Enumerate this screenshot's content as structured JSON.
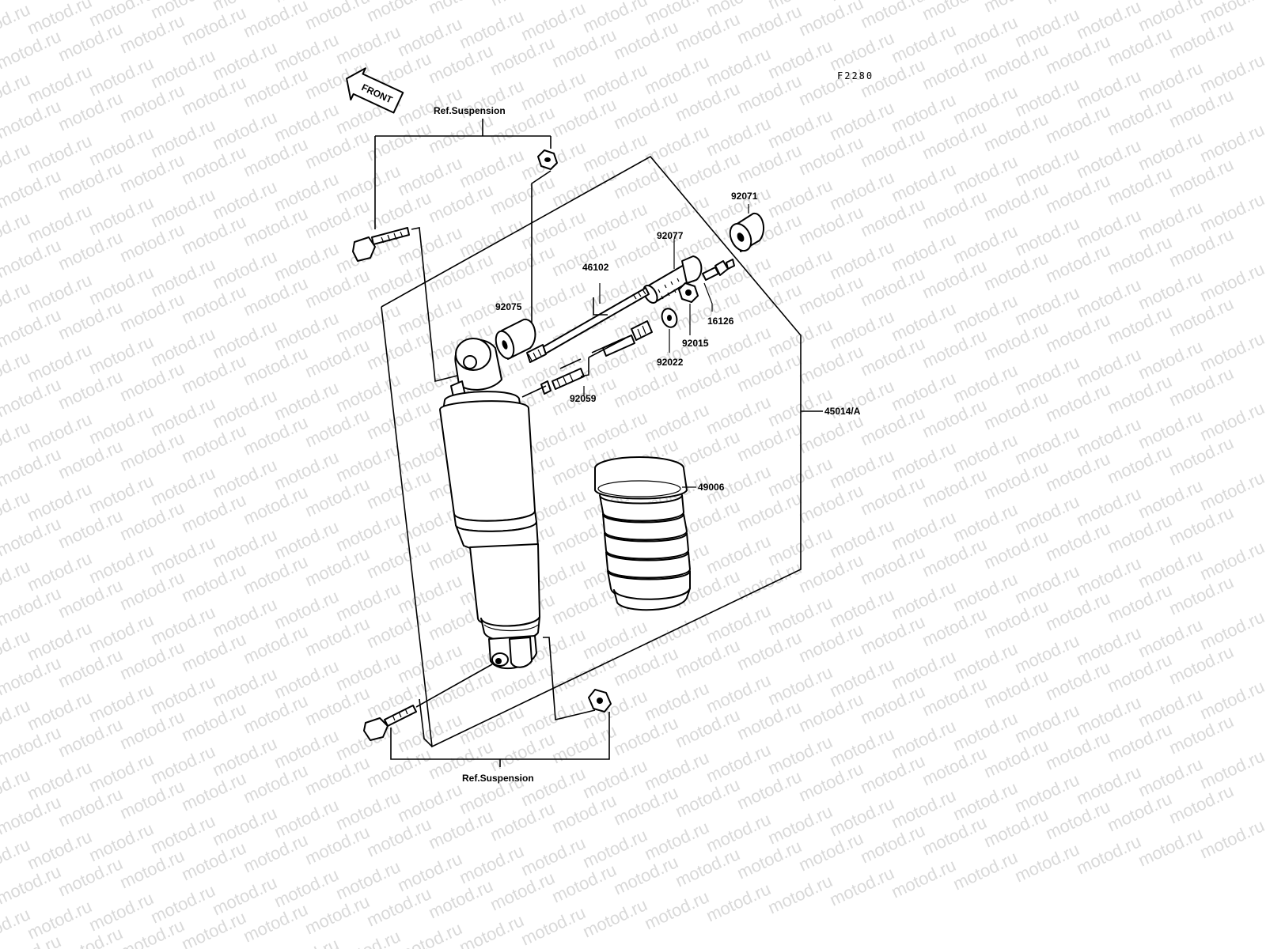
{
  "diagram_code": "F2280",
  "front_label": "FRONT",
  "watermark": "motod.ru",
  "ref_top": "Ref.Suspension",
  "ref_bottom": "Ref.Suspension",
  "parts": {
    "p92071": "92071",
    "p92077": "92077",
    "p46102": "46102",
    "p92075": "92075",
    "p16126": "16126",
    "p92015": "92015",
    "p92022": "92022",
    "p92059": "92059",
    "p45014": "45014/A",
    "p49006": "49006"
  }
}
